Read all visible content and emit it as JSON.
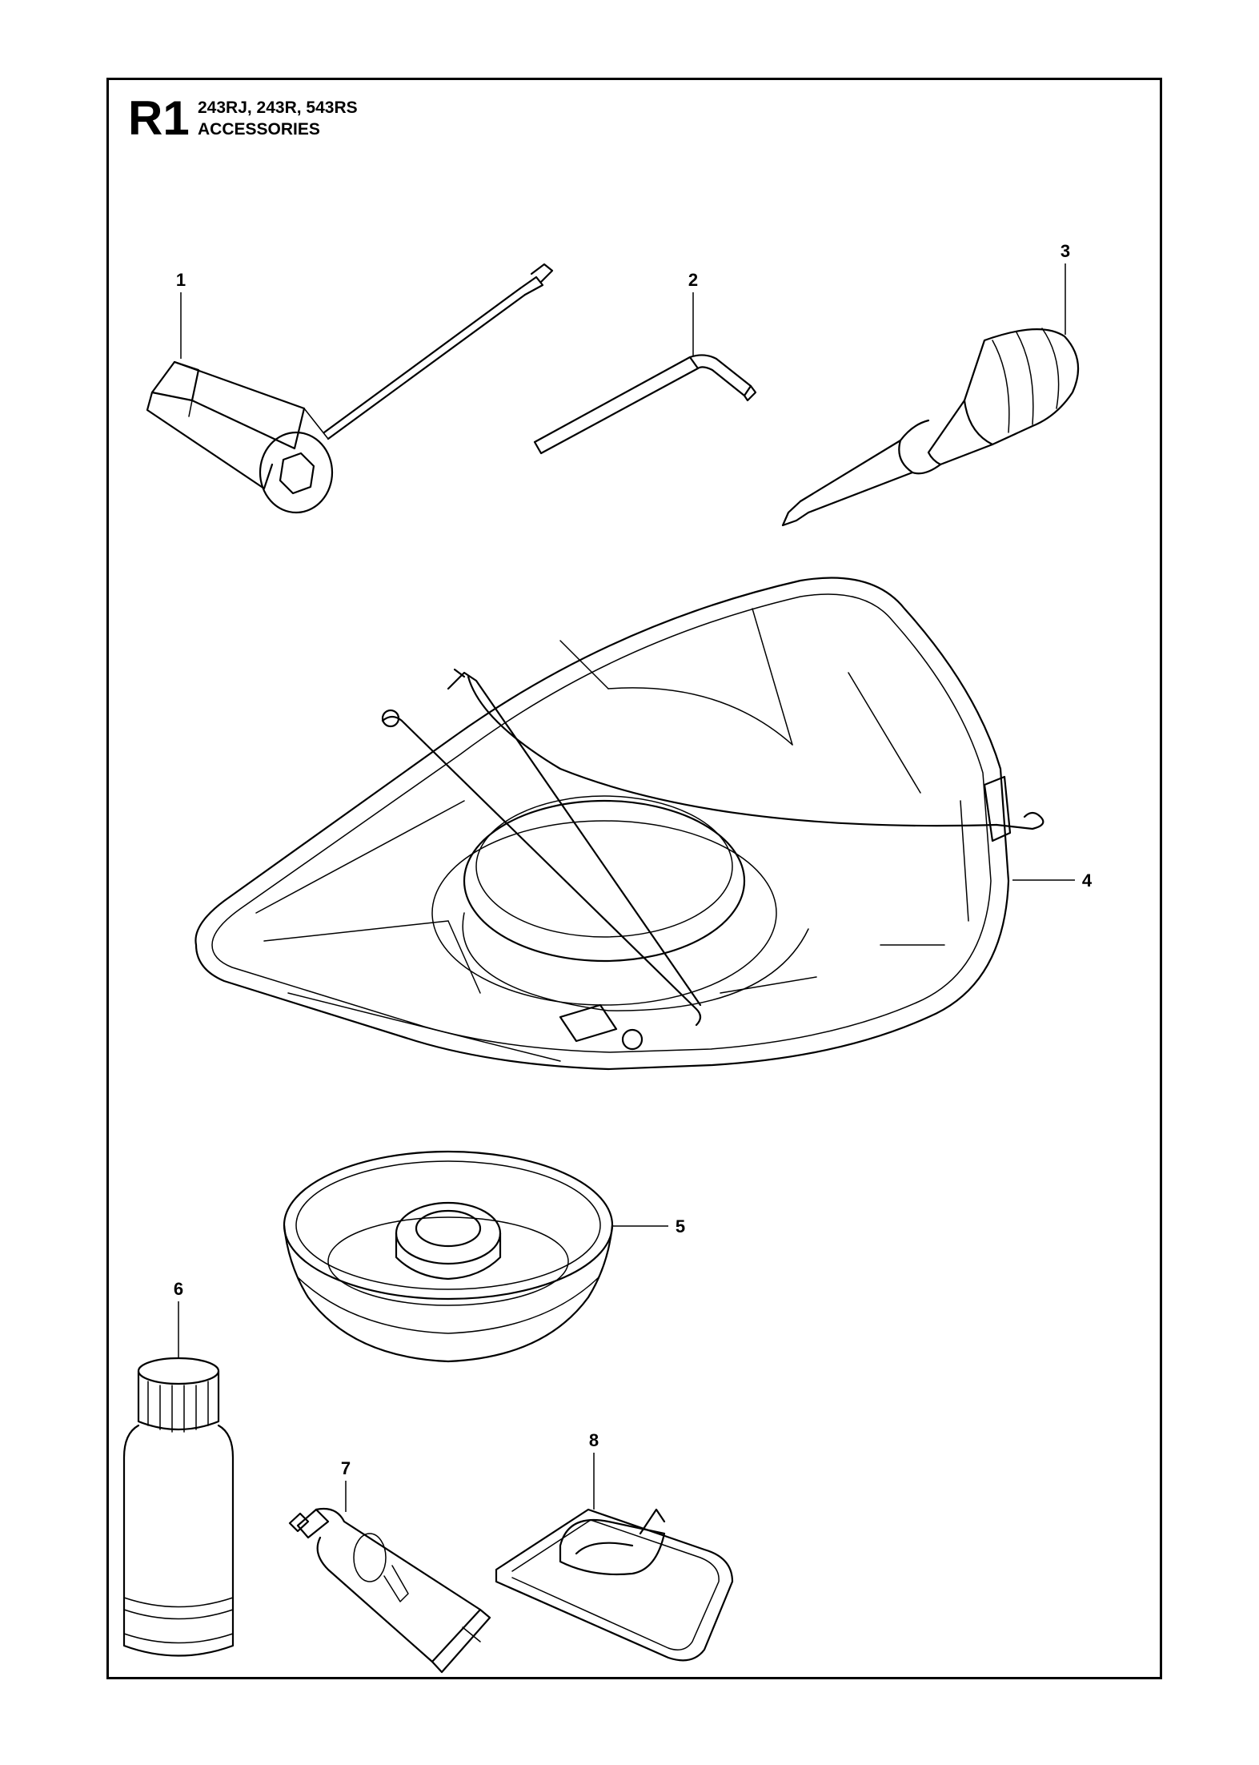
{
  "header": {
    "code": "R1",
    "models": "243RJ, 243R, 543RS",
    "section": "ACCESSORIES"
  },
  "callouts": [
    {
      "id": "1",
      "label": "1",
      "part": "combination-spanner"
    },
    {
      "id": "2",
      "label": "2",
      "part": "hex-key"
    },
    {
      "id": "3",
      "label": "3",
      "part": "screwdriver"
    },
    {
      "id": "4",
      "label": "4",
      "part": "blade-guard"
    },
    {
      "id": "5",
      "label": "5",
      "part": "support-cup"
    },
    {
      "id": "6",
      "label": "6",
      "part": "oil-bottle"
    },
    {
      "id": "7",
      "label": "7",
      "part": "grease-tube"
    },
    {
      "id": "8",
      "label": "8",
      "part": "strap-bag"
    }
  ]
}
